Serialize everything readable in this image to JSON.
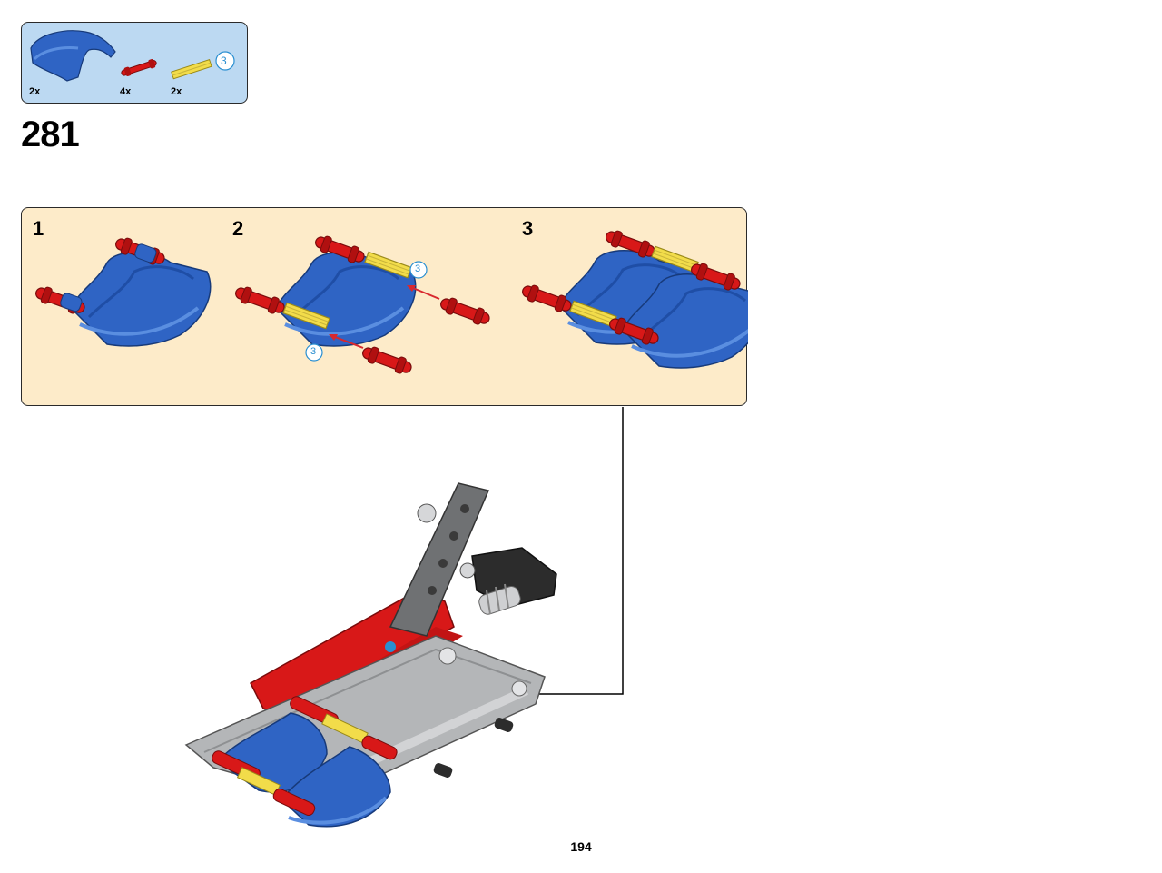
{
  "parts_list": {
    "items": [
      {
        "part": "blue-curved-panel",
        "quantity": "2x"
      },
      {
        "part": "red-axle-pin",
        "quantity": "4x"
      },
      {
        "part": "yellow-axle",
        "quantity": "2x",
        "length_callout": "3"
      }
    ]
  },
  "step": {
    "number": "281"
  },
  "sub_steps": {
    "labels": [
      "1",
      "2",
      "3"
    ],
    "callouts": [
      "3",
      "3"
    ]
  },
  "page": {
    "number": "194"
  },
  "colors": {
    "parts_background": "#bcd9f2",
    "substep_background": "#fdebc9",
    "part_blue": "#2f64c4",
    "part_red": "#d81818",
    "part_yellow": "#f2dc4a",
    "part_gray": "#a7a9ab",
    "callout_blue": "#2a8fd1"
  }
}
